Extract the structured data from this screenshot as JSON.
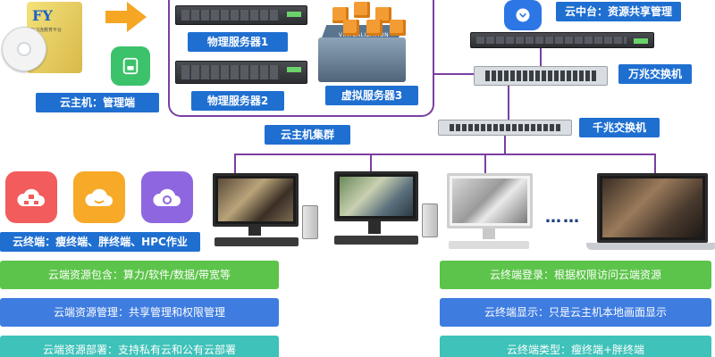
{
  "arrow_color": "#f5a623",
  "cluster_color": "#7a3fa0",
  "labels": {
    "mgmt": "云主机：管理端",
    "server1": "物理服务器1",
    "server2": "物理服务器2",
    "server3": "虚拟服务器3",
    "cluster": "云主机集群",
    "cloud_mid": "云中台：资源共享管理",
    "switch_10g": "万兆交换机",
    "switch_1g": "千兆交换机",
    "terminals": "云终端：瘦终端、胖终端、HPC作业"
  },
  "logo": {
    "brand": "FY",
    "sub": "云飞连教育平台"
  },
  "virtualization_text": "VIRTUALIZATION",
  "ellipsis": "……",
  "left_bars": [
    "云端资源包含：算力/软件/数据/带宽等",
    "云端资源管理：共享管理和权限管理",
    "云端资源部署：支持私有云和公有云部署"
  ],
  "right_bars": [
    "云终端登录：根据权限访问云端资源",
    "云终端显示：只是云主机本地画面显示",
    "云终端类型：瘦终端+胖终端"
  ],
  "icons": [
    "mgmt-app-icon",
    "cloud-mid-icon",
    "org-cloud-icon",
    "cloud-icon",
    "refresh-cloud-icon"
  ]
}
